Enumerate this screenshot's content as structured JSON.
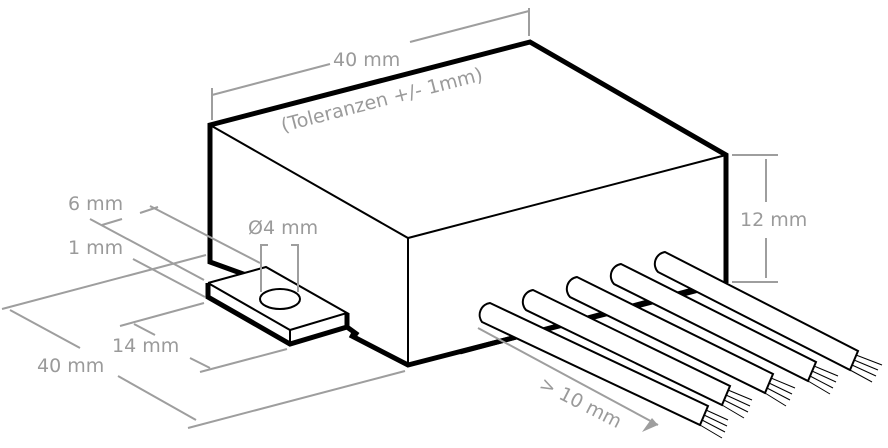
{
  "diagram": {
    "type": "technical-dimension-drawing",
    "subject": "module housing with mounting flange and 5 wire leads",
    "colors": {
      "outline": "#000000",
      "dimension_lines": "#9e9e9e",
      "dimension_text": "#9a9a9a",
      "background": "#ffffff"
    },
    "dimensions": {
      "top_width": "40 mm",
      "tolerance_note": "(Toleranzen +/- 1mm)",
      "height": "12 mm",
      "depth": "40 mm",
      "flange_length": "14 mm",
      "flange_width": "6 mm",
      "flange_thickness": "1 mm",
      "hole_diameter": "Ø4 mm",
      "wire_length": "> 10 mm"
    },
    "wire_count": 5
  }
}
